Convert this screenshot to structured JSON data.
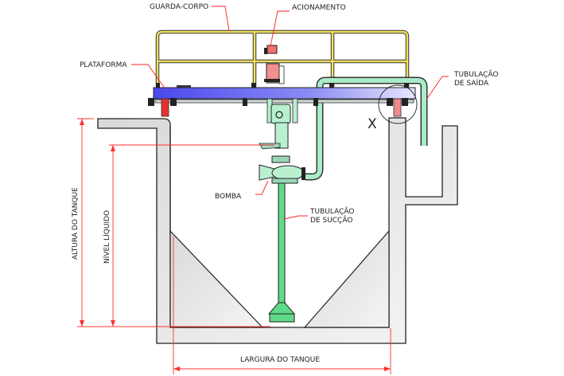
{
  "title": "Tanque com bomba vertical - vista em corte",
  "labels": {
    "guarda_corpo": "GUARDA-CORPO",
    "acionamento": "ACIONAMENTO",
    "plataforma": "PLATAFORMA",
    "tubulacao_saida_1": "TUBULAÇÃO",
    "tubulacao_saida_2": "DE SAÍDA",
    "detalhe": "X",
    "bomba": "BOMBA",
    "tubulacao_succao_1": "TUBULAÇÃO",
    "tubulacao_succao_2": "DE SUCÇÃO",
    "altura_tanque": "ALTURA DO TANQUE",
    "nivel_liquido": "NÍVEL LÍQUIDO",
    "largura_tanque": "LARGURA DO TANQUE"
  },
  "colors": {
    "railing": "#f0e060",
    "platform": "#5a5af0",
    "pipe": "#a8ecc8",
    "pump": "#b8f0d0",
    "suction": "#5fd98a",
    "drive": "#f07070",
    "leader": "#ff0000",
    "tank": "#e6e6e6",
    "outline": "#222222"
  }
}
